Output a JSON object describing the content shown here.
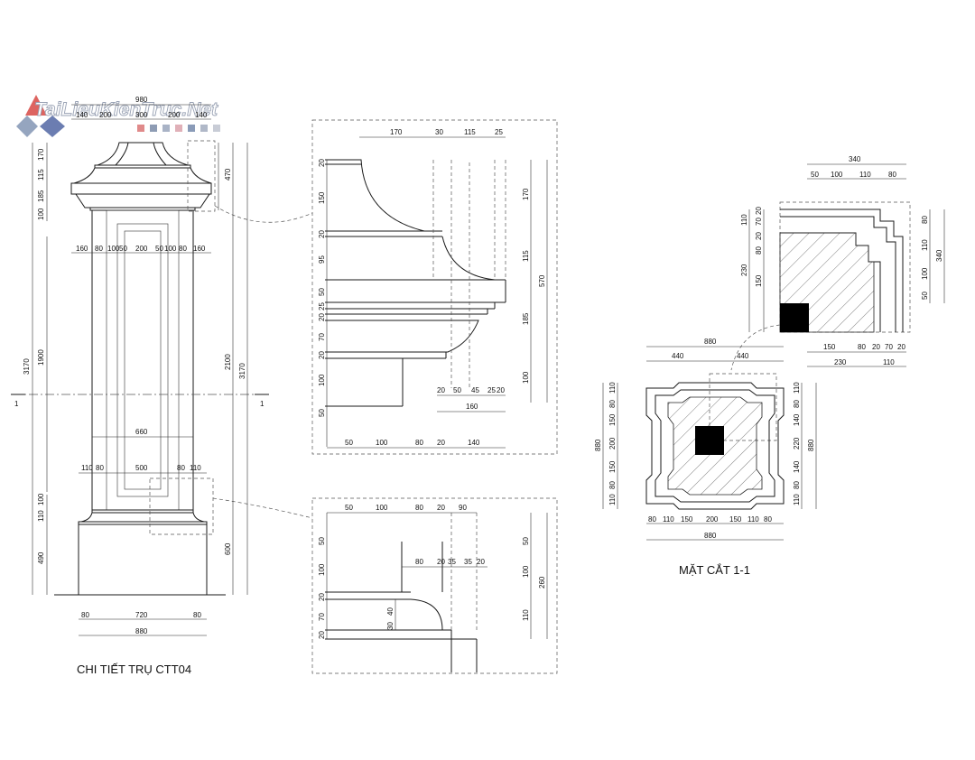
{
  "watermark": {
    "text": "TaiLieuKienTruc.Net",
    "colors": [
      "#d9534f",
      "#5b6fa8",
      "#8a9bb8",
      "#e0b0b8"
    ]
  },
  "elevation": {
    "title": "CHI TIẾT TRỤ CTT04",
    "section_mark": "1",
    "top_dims": [
      "980",
      "140",
      "200",
      "300",
      "200",
      "140"
    ],
    "left_dims": [
      "170",
      "115",
      "185",
      "100"
    ],
    "left_total": "1900",
    "left_overall": "3170",
    "right_overall": "3170",
    "right_mid": "2100",
    "right_top": "470",
    "shaft_dims": [
      "160",
      "80",
      "100",
      "50",
      "200",
      "50",
      "100",
      "80",
      "160"
    ],
    "inner_width": "660",
    "base_top_dims": [
      "110",
      "80",
      "500",
      "80",
      "110"
    ],
    "base_left_dims": [
      "100",
      "110",
      "490"
    ],
    "base_right": "600",
    "bottom_dims": [
      "80",
      "720",
      "80"
    ],
    "bottom_total": "880"
  },
  "detail_top": {
    "top_dims": [
      "170",
      "30",
      "115",
      "25"
    ],
    "left_dims": [
      "20",
      "150",
      "20",
      "95",
      "50",
      "25",
      "20",
      "70",
      "20",
      "100",
      "50"
    ],
    "right_dims": [
      "170",
      "115",
      "185",
      "100"
    ],
    "right_total": "570",
    "bottom_row1": [
      "20",
      "50",
      "45",
      "25",
      "20"
    ],
    "bottom_row1_total": "160",
    "bottom_row2": [
      "50",
      "100",
      "80",
      "20",
      "140"
    ]
  },
  "detail_bottom": {
    "top_dims": [
      "50",
      "100",
      "80",
      "20",
      "90"
    ],
    "mid_dims": [
      "80",
      "20",
      "35",
      "35",
      "20"
    ],
    "left_dims": [
      "50",
      "100",
      "20",
      "70",
      "20"
    ],
    "inner_dims": [
      "40",
      "30"
    ],
    "right_dims": [
      "50",
      "100",
      "110"
    ],
    "right_total": "260"
  },
  "section_detail": {
    "top_total": "340",
    "top_dims": [
      "50",
      "100",
      "110",
      "80"
    ],
    "left_dims": [
      "110",
      "70",
      "20",
      "20",
      "80",
      "230",
      "150"
    ],
    "right_dims": [
      "80",
      "110",
      "100",
      "50"
    ],
    "right_total": "340",
    "bottom_dims": [
      "150",
      "80",
      "20",
      "70",
      "20"
    ],
    "bottom_totals": [
      "230",
      "110"
    ]
  },
  "section": {
    "title": "MẶT CẮT 1-1",
    "top_total": "880",
    "top_halves": [
      "440",
      "440"
    ],
    "left_dims": [
      "110",
      "80",
      "150",
      "200",
      "150",
      "80",
      "110"
    ],
    "left_total": "880",
    "right_dims": [
      "110",
      "80",
      "140",
      "220",
      "140",
      "80",
      "110"
    ],
    "right_total": "880",
    "bottom_dims": [
      "80",
      "110",
      "150",
      "200",
      "150",
      "110",
      "80"
    ],
    "bottom_total": "880"
  }
}
